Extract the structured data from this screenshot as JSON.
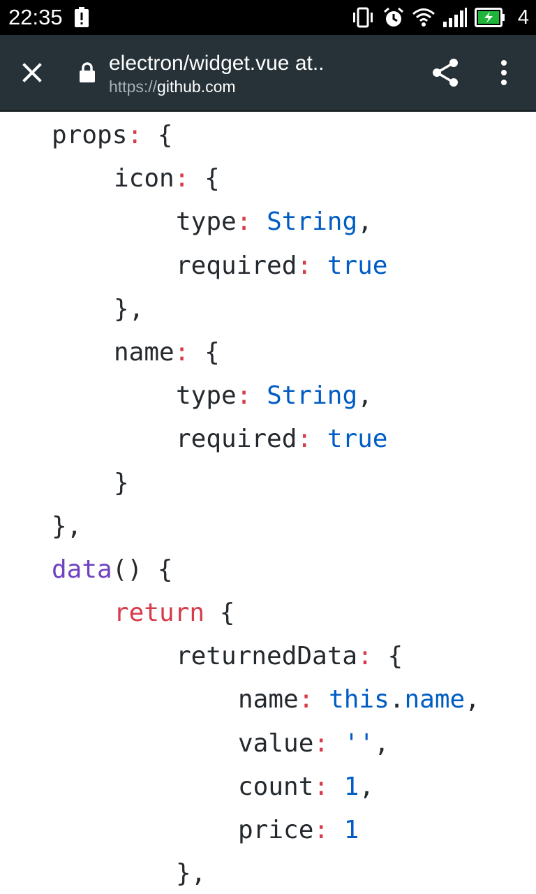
{
  "status_bar": {
    "time": "22:35",
    "battery_level": "4"
  },
  "toolbar": {
    "title": "electron/widget.vue at..",
    "url_scheme": "https://",
    "url_host": "github.com"
  },
  "icons": {
    "close": "close-icon",
    "lock": "lock-icon",
    "share": "share-icon",
    "menu": "more-vert-icon"
  },
  "colors": {
    "toolbar_bg": "#263238",
    "keyword_red": "#d73a49",
    "constant_blue": "#005cc5",
    "function_purple": "#6f42c1",
    "text": "#24292e"
  },
  "code": {
    "l1": {
      "key": "props",
      "rest": " {"
    },
    "l2": {
      "key": "icon",
      "rest": " {"
    },
    "l3": {
      "key": "type",
      "value": "String",
      "rest": ","
    },
    "l4": {
      "key": "required",
      "value": "true"
    },
    "l5": {
      "text": "},"
    },
    "l6": {
      "key": "name",
      "rest": " {"
    },
    "l7": {
      "key": "type",
      "value": "String",
      "rest": ","
    },
    "l8": {
      "key": "required",
      "value": "true"
    },
    "l9": {
      "text": "}"
    },
    "l10": {
      "text": "},"
    },
    "l11": {
      "fn": "data",
      "rest": "() {"
    },
    "l12": {
      "keyword": "return",
      "rest": " {"
    },
    "l13": {
      "key": "returnedData",
      "rest": " {"
    },
    "l14": {
      "key": "name",
      "value_a": "this",
      "dot": ".",
      "value_b": "name",
      "rest": ","
    },
    "l15": {
      "key": "value",
      "value": "''",
      "rest": ","
    },
    "l16": {
      "key": "count",
      "value": "1",
      "rest": ","
    },
    "l17": {
      "key": "price",
      "value": "1"
    },
    "l18": {
      "text": "},"
    }
  }
}
